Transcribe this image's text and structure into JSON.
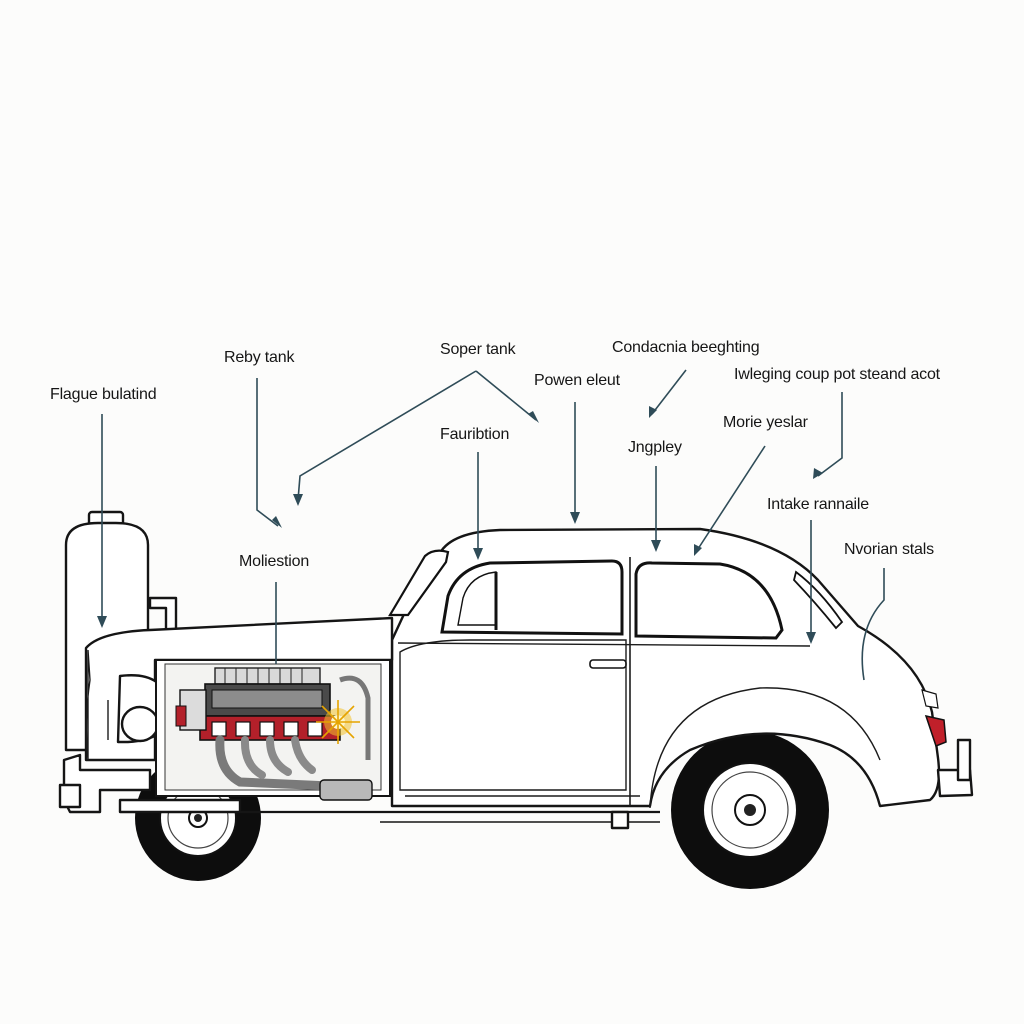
{
  "diagram": {
    "labels": {
      "flague_bulatind": "Flague bulatind",
      "reby_tank": "Reby tank",
      "soper_tank": "Soper tank",
      "condacnia_beeghting": "Condacnia beeghting",
      "powen_eleut": "Powen eleut",
      "fauribtion": "Fauribtion",
      "iwleging_coup": "Iwleging coup pot steand acot",
      "morie_yeslar": "Morie yeslar",
      "jngpley": "Jngpley",
      "intake_rannaile": "Intake rannaile",
      "moliestion": "Moliestion",
      "nvorian_stals": "Nvorian stals"
    },
    "colors": {
      "background": "#fcfcfb",
      "outline": "#151515",
      "leader_line": "#2f4c58",
      "engine_red": "#b3202a",
      "spark": "#f2c230"
    }
  }
}
